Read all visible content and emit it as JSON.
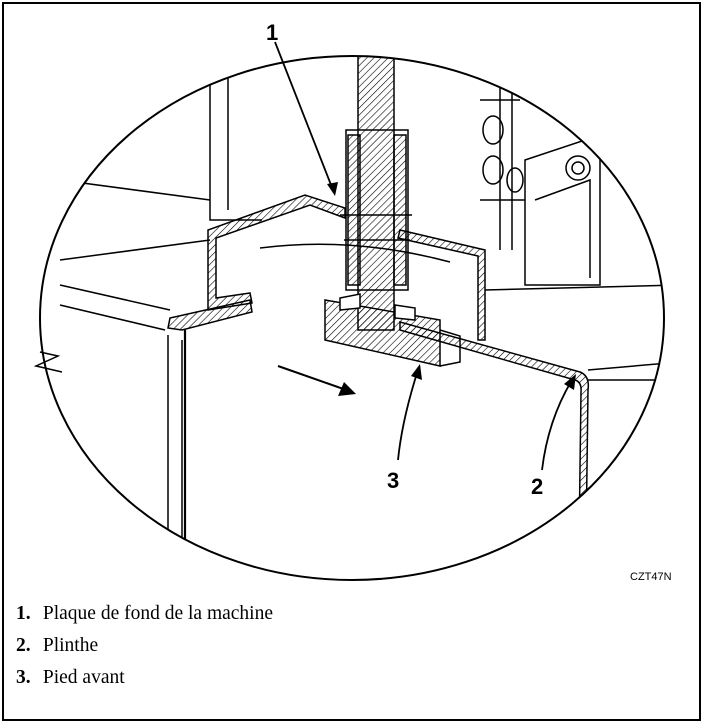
{
  "diagram": {
    "callouts": [
      {
        "label": "1"
      },
      {
        "label": "2"
      },
      {
        "label": "3"
      }
    ],
    "figure_id": "CZT47N"
  },
  "legend": [
    {
      "number": "1.",
      "text": "Plaque de fond de la machine"
    },
    {
      "number": "2.",
      "text": "Plinthe"
    },
    {
      "number": "3.",
      "text": "Pied avant"
    }
  ]
}
